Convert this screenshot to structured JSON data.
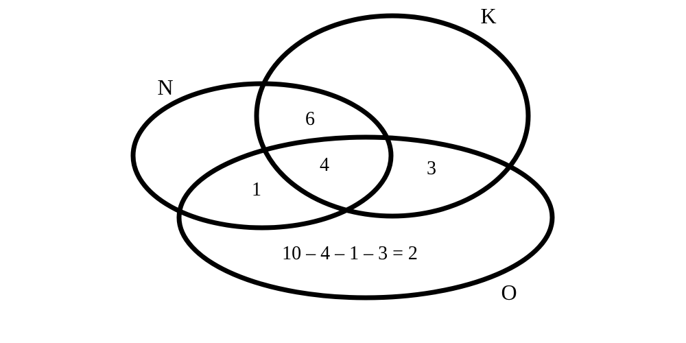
{
  "diagram": {
    "sets": [
      {
        "key": "N",
        "label": "N"
      },
      {
        "key": "K",
        "label": "K"
      },
      {
        "key": "O",
        "label": "O"
      }
    ],
    "regions": {
      "n_k_only": "6",
      "n_k_o": "4",
      "n_o_only": "1",
      "k_o_only": "3",
      "o_only": "10 – 4 – 1 – 3 = 2"
    }
  }
}
